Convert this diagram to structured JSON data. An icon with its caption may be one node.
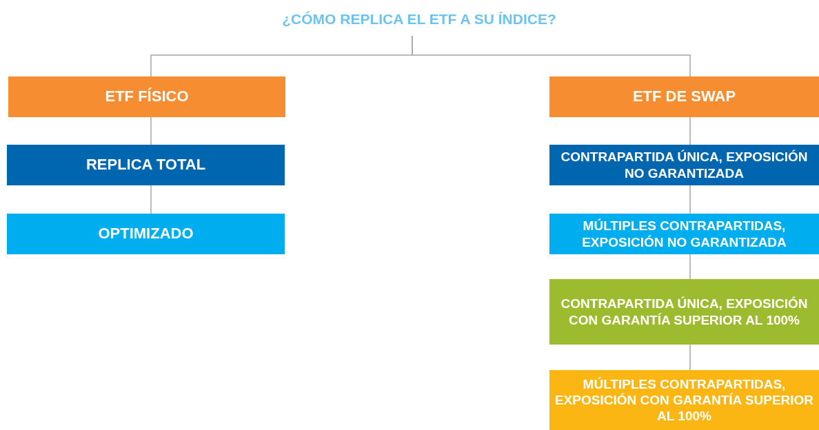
{
  "diagram": {
    "nodes": [
      {
        "text": [
          "¿CÓMO REPLICA EL ETF A SU ÍNDICE?"
        ]
      },
      {
        "text": [
          "ETF FÍSICO"
        ]
      },
      {
        "text": [
          "ETF DE SWAP"
        ]
      },
      {
        "text": [
          "REPLICA TOTAL"
        ]
      },
      {
        "text": [
          "OPTIMIZADO"
        ]
      },
      {
        "text": [
          "CONTRAPARTIDA ÚNICA, EXPOSICIÓN NO GARANTIZADA"
        ]
      },
      {
        "text": [
          "MÚLTIPLES CONTRAPARTIDAS, EXPOSICIÓN NO GARANTIZADA"
        ]
      },
      {
        "text": [
          "CONTRAPARTIDA ÚNICA, EXPOSICIÓN CON GARANTÍA SUPERIOR AL 100%"
        ]
      },
      {
        "text": [
          "MÚLTIPLES CONTRAPARTIDAS, EXPOSICIÓN CON GARANTÍA SUPERIOR AL 100%"
        ]
      }
    ],
    "edges": [
      {
        "from": 0,
        "to": 1,
        "arrow": "none"
      },
      {
        "from": 0,
        "to": 2,
        "arrow": "none"
      },
      {
        "from": 1,
        "to": 3,
        "arrow": "none"
      },
      {
        "from": 3,
        "to": 4,
        "arrow": "none"
      },
      {
        "from": 2,
        "to": 5,
        "arrow": "none"
      },
      {
        "from": 5,
        "to": 6,
        "arrow": "none"
      },
      {
        "from": 6,
        "to": 7,
        "arrow": "none"
      },
      {
        "from": 7,
        "to": 8,
        "arrow": "none"
      }
    ]
  }
}
